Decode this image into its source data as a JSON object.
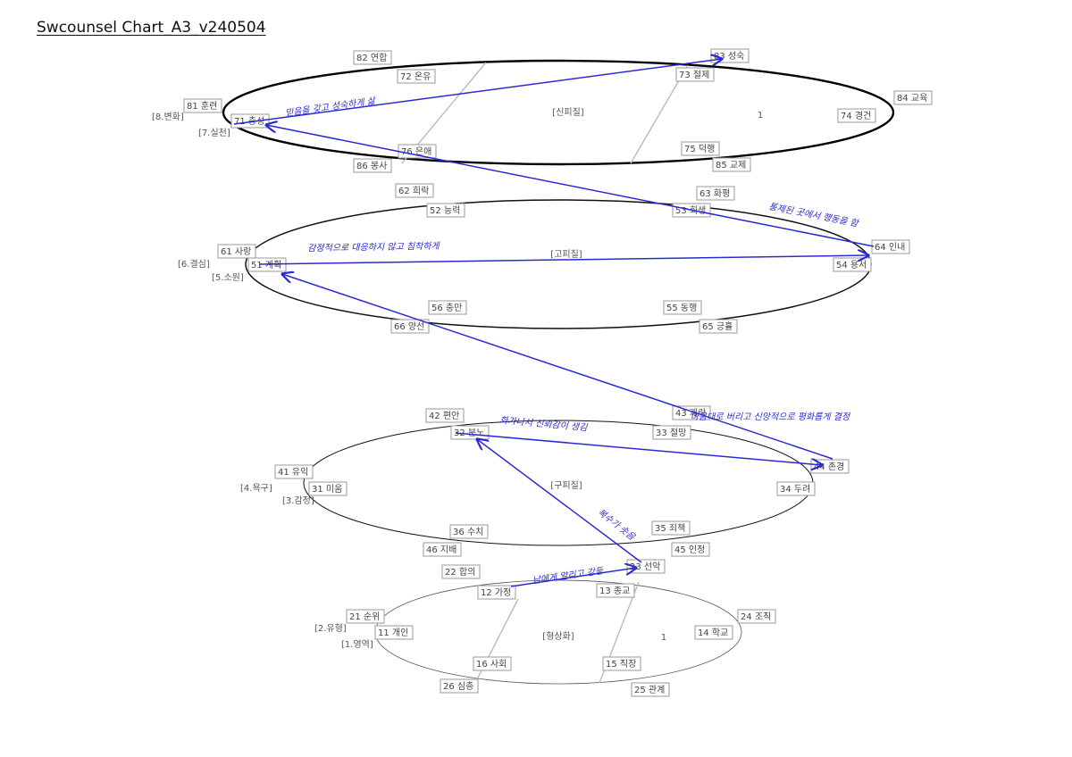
{
  "title": "Swcounsel Chart_A3_v240504",
  "colors": {
    "arrow": "#2a2ad4",
    "box_border": "#999999",
    "text": "#444444",
    "divider": "#bbbbbb"
  },
  "ellipses": [
    {
      "id": "shinpijil",
      "center_label": "[신피질]",
      "extra_label": "1"
    },
    {
      "id": "gopijil",
      "center_label": "[고피질]",
      "extra_label": ""
    },
    {
      "id": "gupijil",
      "center_label": "[구피질]",
      "extra_label": ""
    },
    {
      "id": "hyeongsanghwa",
      "center_label": "[형상화]",
      "extra_label": "1"
    }
  ],
  "brackets": [
    {
      "id": "b8",
      "label": "[8.변화]"
    },
    {
      "id": "b7",
      "label": "[7.실천]"
    },
    {
      "id": "b6",
      "label": "[6.결심]"
    },
    {
      "id": "b5",
      "label": "[5.소원]"
    },
    {
      "id": "b4",
      "label": "[4.욕구]"
    },
    {
      "id": "b3",
      "label": "[3.감정]"
    },
    {
      "id": "b2",
      "label": "[2.유형]"
    },
    {
      "id": "b1",
      "label": "[1.영역]"
    }
  ],
  "nodes": [
    {
      "id": "n82",
      "label": "82 연합"
    },
    {
      "id": "n83",
      "label": "83 성숙"
    },
    {
      "id": "n72",
      "label": "72 온유"
    },
    {
      "id": "n73",
      "label": "73 절제"
    },
    {
      "id": "n84",
      "label": "84 교육"
    },
    {
      "id": "n81",
      "label": "81 훈련"
    },
    {
      "id": "n71",
      "label": "71 충성"
    },
    {
      "id": "n74",
      "label": "74 경건"
    },
    {
      "id": "n76",
      "label": "76 은애"
    },
    {
      "id": "n75",
      "label": "75 덕행"
    },
    {
      "id": "n86",
      "label": "86 봉사"
    },
    {
      "id": "n85",
      "label": "85 교제"
    },
    {
      "id": "n62",
      "label": "62 희락"
    },
    {
      "id": "n63",
      "label": "63 화평"
    },
    {
      "id": "n52",
      "label": "52 능력"
    },
    {
      "id": "n53",
      "label": "53 회생"
    },
    {
      "id": "n61",
      "label": "61 사랑"
    },
    {
      "id": "n64",
      "label": "64 인내"
    },
    {
      "id": "n51",
      "label": "51 계획"
    },
    {
      "id": "n54",
      "label": "54 용서"
    },
    {
      "id": "n56",
      "label": "56 충만"
    },
    {
      "id": "n55",
      "label": "55 동행"
    },
    {
      "id": "n66",
      "label": "66 양선"
    },
    {
      "id": "n65",
      "label": "65 긍휼"
    },
    {
      "id": "n43",
      "label": "43 쾌락"
    },
    {
      "id": "n42",
      "label": "42 편안"
    },
    {
      "id": "n32",
      "label": "32 분노"
    },
    {
      "id": "n33",
      "label": "33 절망"
    },
    {
      "id": "n41",
      "label": "41 유익"
    },
    {
      "id": "n44",
      "label": "44 존경"
    },
    {
      "id": "n31",
      "label": "31 미움"
    },
    {
      "id": "n34",
      "label": "34 두려"
    },
    {
      "id": "n36",
      "label": "36 수치"
    },
    {
      "id": "n35",
      "label": "35 죄책"
    },
    {
      "id": "n46",
      "label": "46 지배"
    },
    {
      "id": "n45",
      "label": "45 인정"
    },
    {
      "id": "n22",
      "label": "22 합의"
    },
    {
      "id": "n23",
      "label": "23 선악"
    },
    {
      "id": "n12",
      "label": "12 가정"
    },
    {
      "id": "n13",
      "label": "13 종교"
    },
    {
      "id": "n21",
      "label": "21 순위"
    },
    {
      "id": "n24",
      "label": "24 조직"
    },
    {
      "id": "n11",
      "label": "11 개인"
    },
    {
      "id": "n14",
      "label": "14 학교"
    },
    {
      "id": "n16",
      "label": "16 사회"
    },
    {
      "id": "n15",
      "label": "15 직장"
    },
    {
      "id": "n26",
      "label": "26 심층"
    },
    {
      "id": "n25",
      "label": "25 관계"
    }
  ],
  "arrows": [
    {
      "id": "a12_23",
      "from": "12",
      "to": "23",
      "annotation": "남에게 알리고 강등"
    },
    {
      "id": "a23_32",
      "from": "23",
      "to": "32",
      "annotation": "복수가 솟음"
    },
    {
      "id": "a32_44",
      "from": "32",
      "to": "44",
      "annotation": "화가나서 신뢰감이 생김"
    },
    {
      "id": "a44_51",
      "from": "44",
      "to": "51",
      "annotation": "마음대로 버리고 신앙적으로 평화롭게 결정"
    },
    {
      "id": "a51_64",
      "from": "51",
      "to": "64",
      "annotation": "감정적으로 대응하지 않고 침착하게"
    },
    {
      "id": "a64_71",
      "from": "64",
      "to": "71",
      "annotation": "통제된 곳에서 행동을 함"
    },
    {
      "id": "a71_83",
      "from": "71",
      "to": "83",
      "annotation": "믿음을 갖고 성숙하게 삶"
    }
  ]
}
